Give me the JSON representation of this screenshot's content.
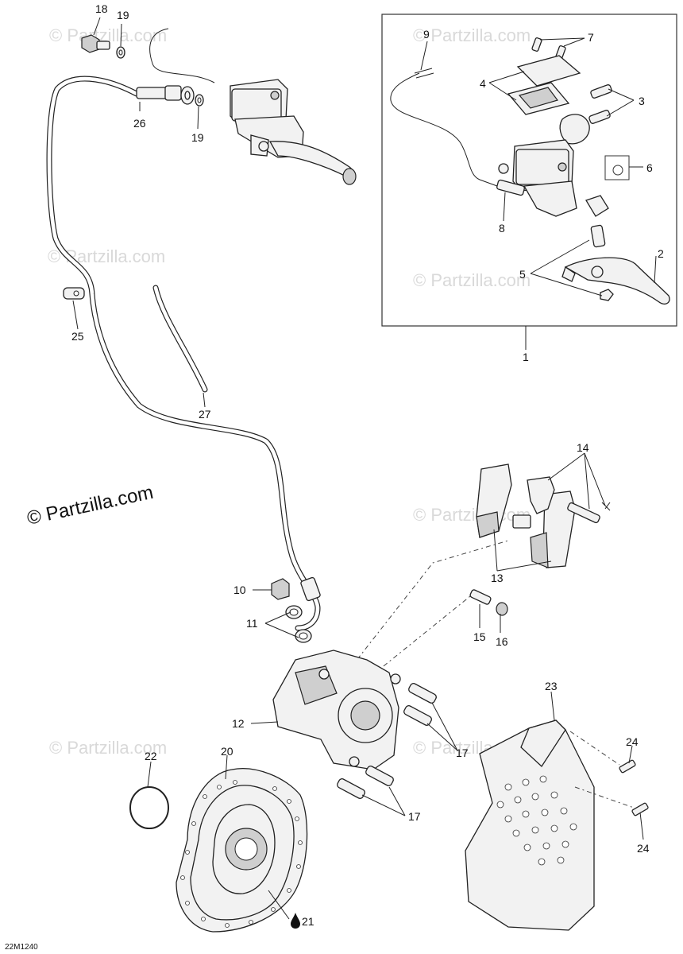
{
  "watermark": "© Partzilla.com",
  "brand_notice": "© Partzilla.com",
  "diagram_code": "22M1240",
  "callouts": {
    "c1": "1",
    "c2": "2",
    "c3": "3",
    "c4": "4",
    "c5": "5",
    "c6": "6",
    "c7": "7",
    "c8": "8",
    "c9": "9",
    "c10": "10",
    "c11": "11",
    "c12": "12",
    "c13": "13",
    "c14": "14",
    "c15": "15",
    "c16": "16",
    "c17a": "17",
    "c17b": "17",
    "c18": "18",
    "c19a": "19",
    "c19b": "19",
    "c20": "20",
    "c21": "21",
    "c22": "22",
    "c23": "23",
    "c24a": "24",
    "c24b": "24",
    "c25": "25",
    "c26": "26",
    "c27": "27"
  }
}
